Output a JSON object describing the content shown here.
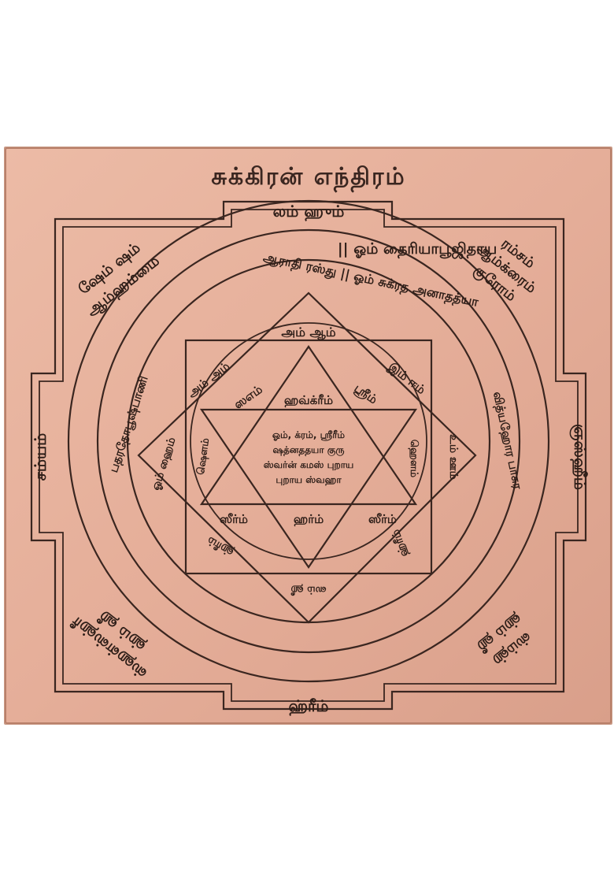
{
  "colors": {
    "copper_light": "#ebb9a4",
    "copper_mid": "#e3ab96",
    "copper_dark": "#d79d88",
    "engraving": "#3a2620",
    "background": "#ffffff"
  },
  "yantra": {
    "title": "சுக்கிரன் எந்திரம்",
    "top_mantra": "லம் ஹும்",
    "left_mantra": "சம்யம்",
    "right_mantra": "ஞஸ்ஹீம்",
    "bottom_mantra": "ஹ்ரீம்",
    "corner_top_left": [
      "ஷேம் ஷம்",
      "ஆம்ஹம்மை"
    ],
    "corner_top_right": [
      "ரம்சம்",
      "ஆம்க்ரைம்",
      "குரோம்"
    ],
    "corner_bottom_left": [
      "ஸ்ஹள்ஸ்ஹ்ரீ",
      "ஹ்ம் ஹீ"
    ],
    "corner_bottom_right": [
      "ஸ்ம்ஹ்",
      "ஹ்ம் ஹீ"
    ],
    "outer_ring_top": "|| ஓம் தைரியாபூஜிதாய",
    "inner_ring_top": "ஆராதி ரஸ்து || ஓம் சுக்ரத அனாதத்யா",
    "ring_left": "பதரதோபூஷ்பாணி",
    "ring_right": "வித்யஹோர பாசுர",
    "diamond_top": "அம் ஆம்",
    "diamond_left": "ஓம் ஹைம்",
    "diamond_right": "உம் ஊம்",
    "diamond_bottom": "ஸம் ஹீ",
    "square_top_left": "அம் அம்",
    "square_top_right": "இம் ஈம்",
    "square_bottom_left": "ஹ்ரீம்",
    "square_bottom_right": "ஹ்ரீம்",
    "star_top_left": "ஸஎம்",
    "star_top_right": "ஸ்ரீம்",
    "star_top": "ஹவ்க்ரீம்",
    "star_left": "ஷௌம்",
    "star_right": "ஹௌம்",
    "star_bottom_left": "ஸீர்ம்",
    "star_bottom": "ஹர்ம்",
    "star_bottom_right": "ஸீர்ம்",
    "center_lines": [
      "ஓம், க்ரம், ஸ்ரீரீம்",
      "ஷத்னததயா குரு",
      "ஸ்வர்ன் கமஸ் புறாய",
      "புறாய ஸ்வஹா"
    ]
  }
}
